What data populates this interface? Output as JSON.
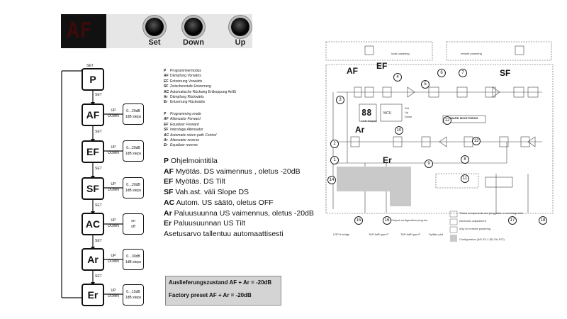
{
  "device": {
    "display": "AF",
    "buttons": [
      "Set",
      "Down",
      "Up"
    ]
  },
  "flow": {
    "steps": [
      {
        "label": "P",
        "set": "SET",
        "range": ""
      },
      {
        "label": "AF",
        "set": "SET",
        "range": "0…20dB\n1dB steps"
      },
      {
        "label": "EF",
        "set": "SET",
        "range": "0…20dB\n1dB steps"
      },
      {
        "label": "SF",
        "set": "SET",
        "range": "0…20dB\n1dB steps"
      },
      {
        "label": "AC",
        "set": "SET",
        "range": "on\noff"
      },
      {
        "label": "Ar",
        "set": "SET",
        "range": "0…30dB\n1dB steps"
      },
      {
        "label": "Er",
        "set": "",
        "range": "0…15dB\n1dB steps"
      }
    ],
    "up": "UP",
    "down": "DOWN",
    "top_set": "SET"
  },
  "german": [
    {
      "k": "P",
      "t": "Programmiermodus"
    },
    {
      "k": "AF",
      "t": "Dämpfung Vorwärts"
    },
    {
      "k": "EF",
      "t": "Entzerrung Vorwärts"
    },
    {
      "k": "SF",
      "t": "Zwischenstufe Entzerrung"
    },
    {
      "k": "AC",
      "t": "Automatische Rückweg Entkoppung An/Ei"
    },
    {
      "k": "Ar",
      "t": "Dämpfung Rückwärts"
    },
    {
      "k": "Er",
      "t": "Entzerrung Rückwärts"
    }
  ],
  "english": [
    {
      "k": "P",
      "t": "Programming mode"
    },
    {
      "k": "AF",
      "t": "Attenuator Forward"
    },
    {
      "k": "EF",
      "t": "Equalizer Forward"
    },
    {
      "k": "SF",
      "t": "Interstage Attenuator"
    },
    {
      "k": "AC",
      "t": "Automatic return path Control"
    },
    {
      "k": "Ar",
      "t": "Attenuator reverse"
    },
    {
      "k": "Er",
      "t": "Equalizer reverse"
    }
  ],
  "finnish": [
    {
      "k": "P",
      "t": " Ohjelmointitila"
    },
    {
      "k": "AF",
      "t": " Myötäs. DS vaimennus , oletus -20dB"
    },
    {
      "k": "EF",
      "t": " Myötäs. DS Tilt"
    },
    {
      "k": "SF",
      "t": " Vah.ast. väli Slope DS"
    },
    {
      "k": "AC",
      "t": " Autom. US säätö, oletus OFF"
    },
    {
      "k": "Ar",
      "t": " Paluusuunna US vaimennus, oletus -20dB"
    },
    {
      "k": "Er",
      "t": " Paluusuunnan US Tilt"
    },
    {
      "k": "",
      "t": "Asetusarvo tallentuu automaattisesti"
    }
  ],
  "preset": {
    "de": "Auslieferungszustand AF + Ar = -20dB",
    "en": "Factory preset AF + Ar =  -20dB"
  },
  "schematic": {
    "labels": {
      "AF": "AF",
      "EF": "EF",
      "SF": "SF",
      "Ar": "Ar",
      "Er": "Er"
    },
    "display": "88",
    "mcu": "MCU",
    "mcu_keys": [
      "Set",
      "Up",
      "Down"
    ],
    "led": "LED Display",
    "forward_monitoring": "FORWARD MONITORING",
    "local_powering": "local powering",
    "remote_powering": "remote powering",
    "output_config": "Output configuration plug-ins",
    "legend": [
      "These components are pluggable or exchangeable",
      "electronic adjustment",
      "only for remote powering",
      "Configuration (AD 3X-1 (R) SA-SCI)"
    ],
    "numbers": [
      "1",
      "2",
      "3",
      "4",
      "5",
      "6",
      "7",
      "8",
      "9",
      "10",
      "11",
      "12",
      "13",
      "14",
      "15",
      "16",
      "17",
      "18"
    ],
    "bottom_parts": [
      "LRP 6 bridge",
      "TAP 6dB type P",
      "TAP 6dB type P",
      "Splitter plot"
    ]
  }
}
